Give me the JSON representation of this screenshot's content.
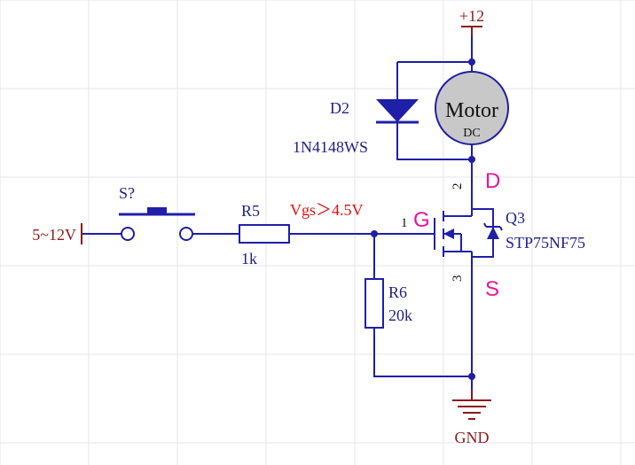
{
  "colors": {
    "wire": "#1f1fa8",
    "power": "#8b1a1a",
    "label": "#1f1f8a",
    "accent": "#e8159a",
    "annotation": "#e01010",
    "grid": "#e4e4ee",
    "motor_fill": "#c8c8c8"
  },
  "labels": {
    "vcc": "+12",
    "gnd": "GND",
    "input": "5~12V",
    "switch_ref": "S?",
    "r5_ref": "R5",
    "r5_value": "1k",
    "r6_ref": "R6",
    "r6_value": "20k",
    "d2_ref": "D2",
    "d2_part": "1N4148WS",
    "motor_name": "Motor",
    "motor_type": "DC",
    "q3_ref": "Q3",
    "q3_part": "STP75NF75",
    "vgs_note": "Vgs＞4.5V",
    "pin_g": "G",
    "pin_d": "D",
    "pin_s": "S",
    "pin1": "1",
    "pin2": "2",
    "pin3": "3"
  }
}
